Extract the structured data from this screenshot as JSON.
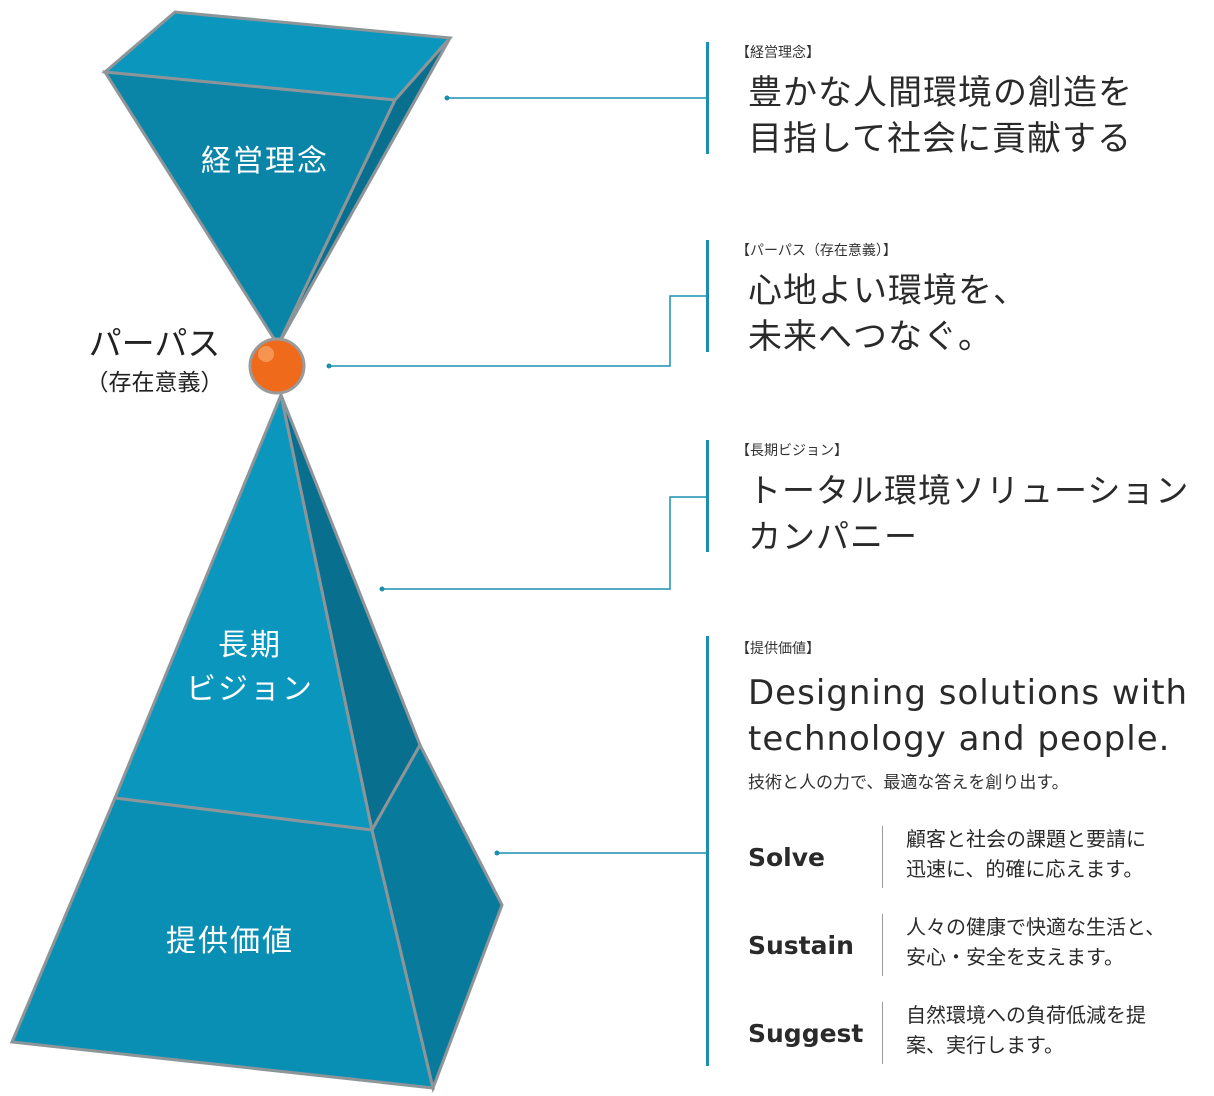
{
  "colors": {
    "shape_light": "#0b97bd",
    "shape_mid": "#0a85a8",
    "shape_dark": "#086f8f",
    "outline": "#8e9598",
    "connector": "#1a8fb0",
    "sphere": "#f06a1c"
  },
  "shapes": {
    "philosophy_label": "経営理念",
    "purpose_label_line1": "パーパス",
    "purpose_label_line2": "（存在意義）",
    "vision_label_line1": "長期",
    "vision_label_line2": "ビジョン",
    "value_label": "提供価値"
  },
  "sections": {
    "philosophy": {
      "tag": "【経営理念】",
      "line1": "豊かな人間環境の創造を",
      "line2": "目指して社会に貢献する"
    },
    "purpose": {
      "tag": "【パーパス（存在意義）】",
      "line1": "心地よい環境を、",
      "line2": "未来へつなぐ。"
    },
    "vision": {
      "tag": "【長期ビジョン】",
      "line1": "トータル環境ソリューション",
      "line2": "カンパニー"
    },
    "value": {
      "tag": "【提供価値】",
      "en_line1": "Designing solutions with",
      "en_line2": "technology and people.",
      "sub": "技術と人の力で、最適な答えを創り出す。",
      "rows": [
        {
          "key": "Solve",
          "line1": "顧客と社会の課題と要請に",
          "line2": "迅速に、的確に応えます。"
        },
        {
          "key": "Sustain",
          "line1": "人々の健康で快適な生活と、",
          "line2": "安心・安全を支えます。"
        },
        {
          "key": "Suggest",
          "line1": "自然環境への負荷低減を提",
          "line2": "案、実行します。"
        }
      ]
    }
  }
}
